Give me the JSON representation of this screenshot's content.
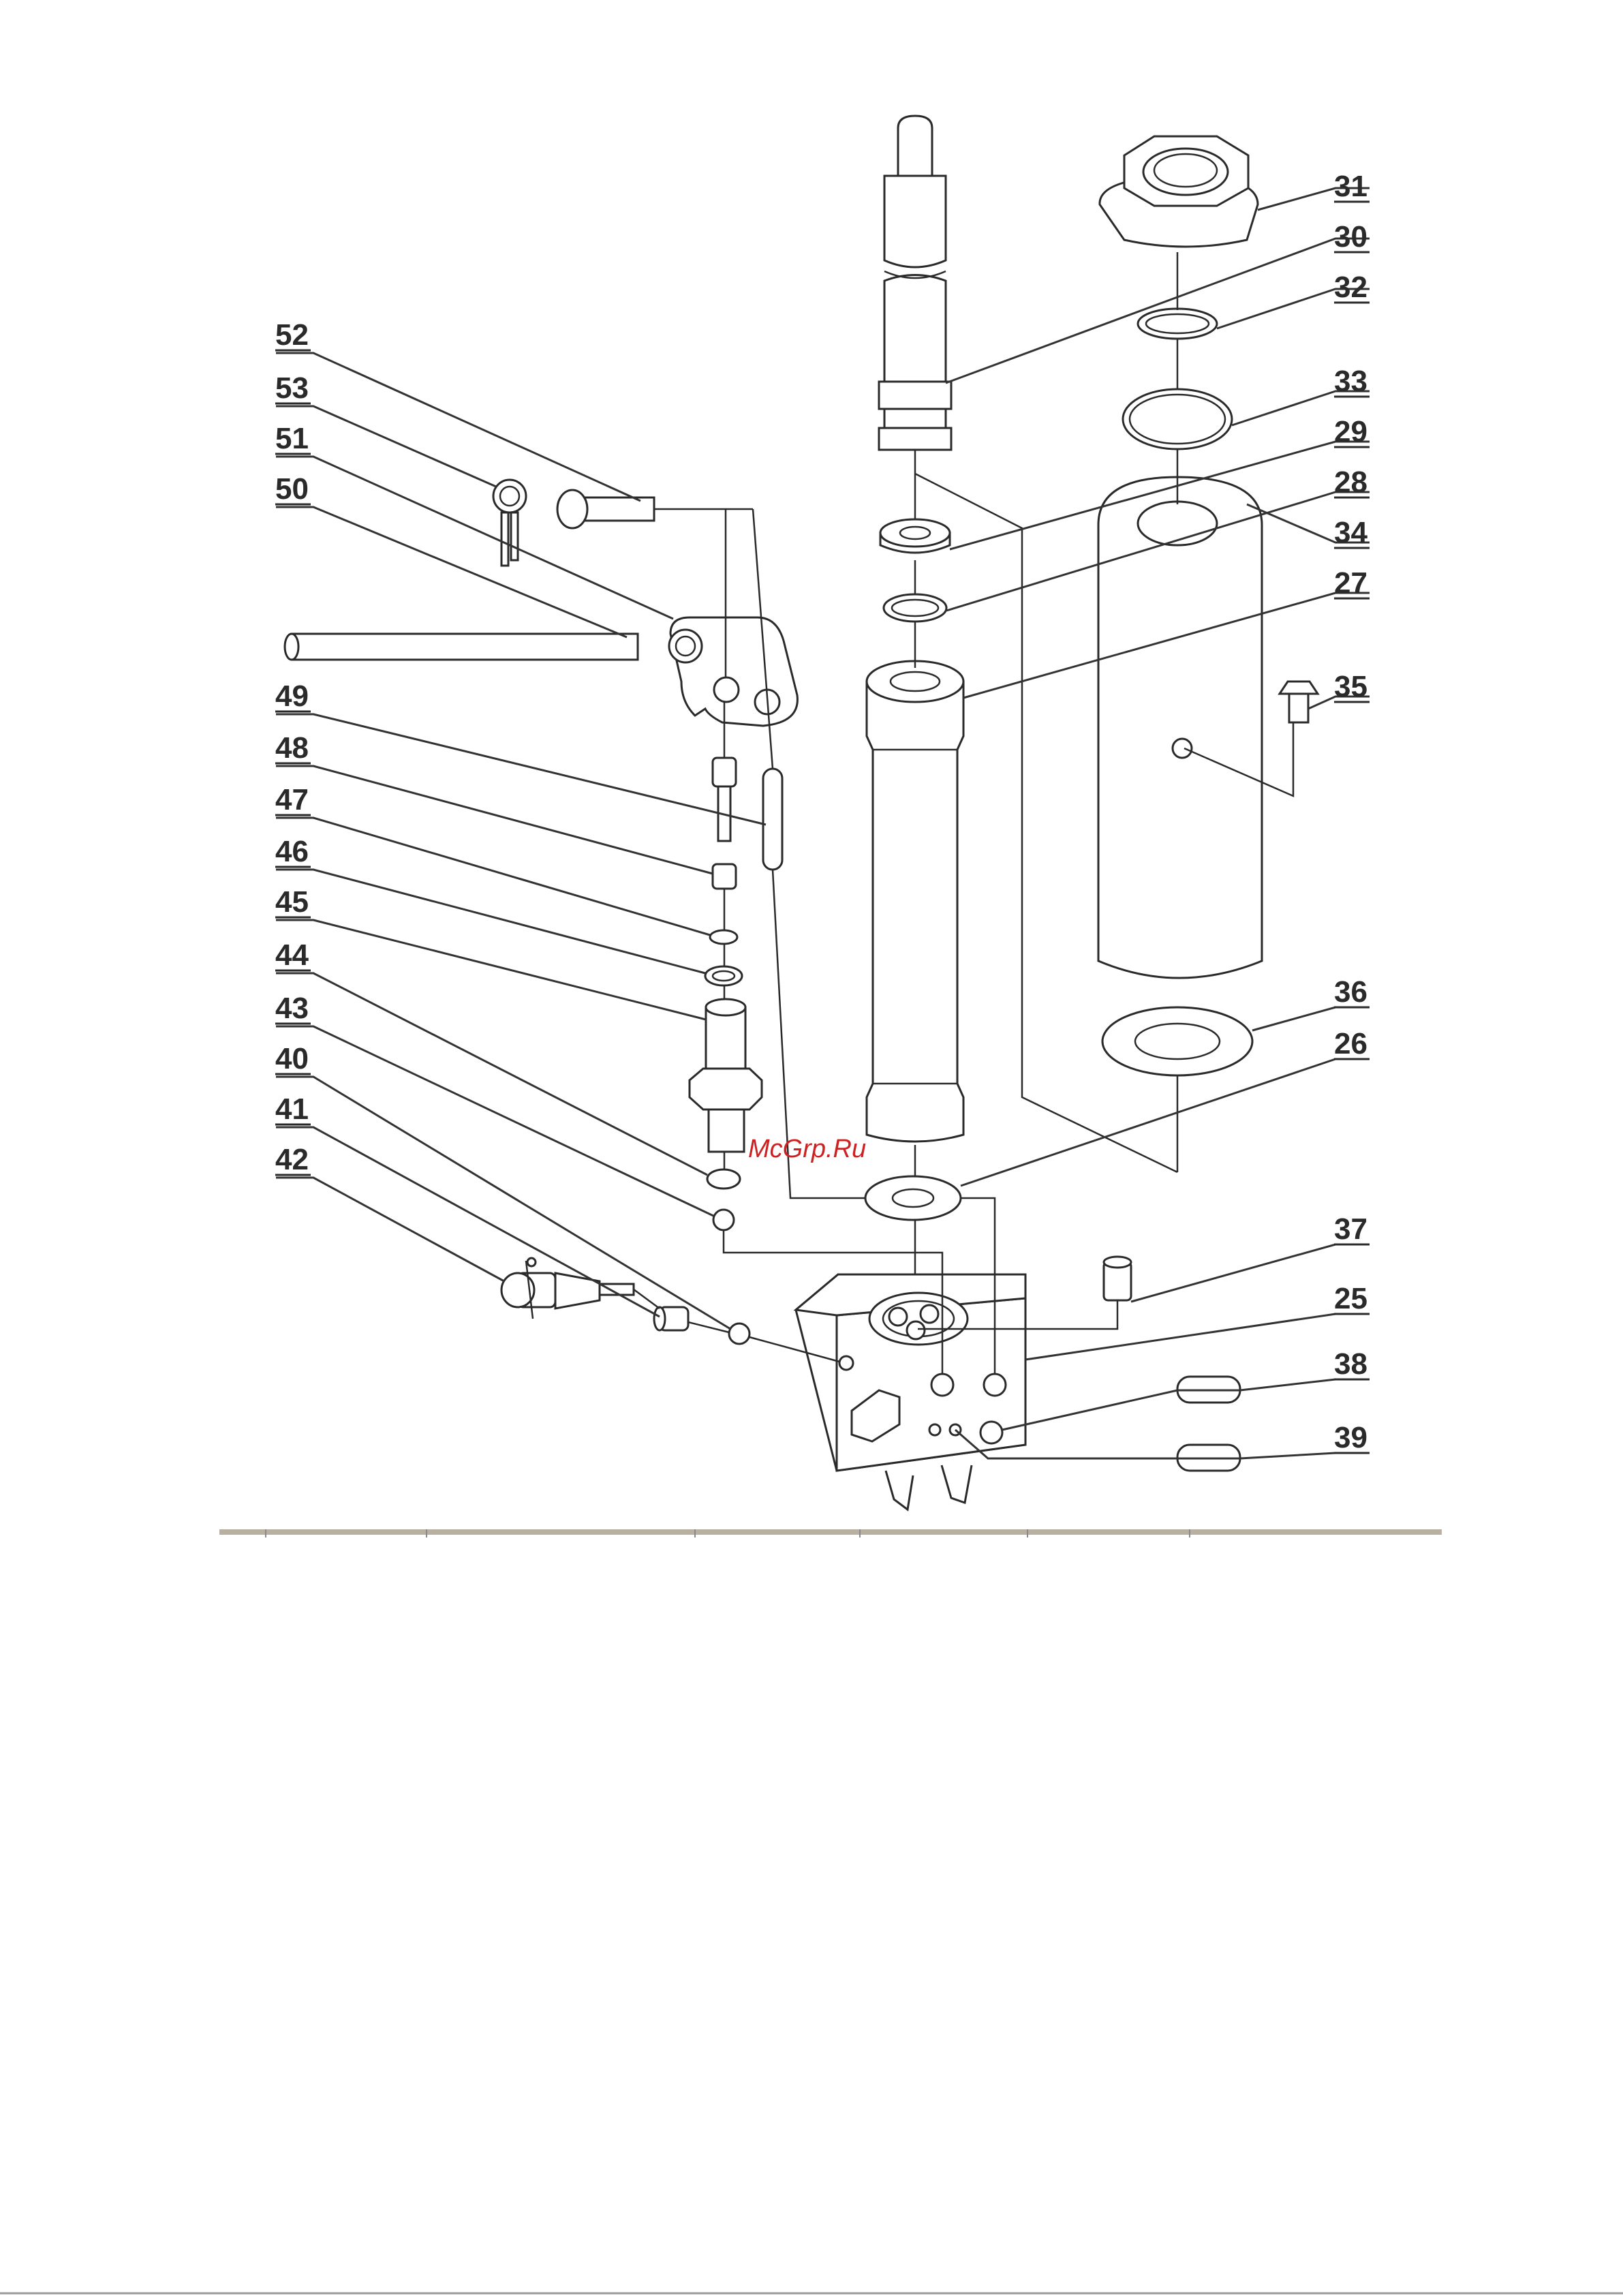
{
  "diagram": {
    "callouts": [
      {
        "id": "31",
        "text": "31"
      },
      {
        "id": "30",
        "text": "30"
      },
      {
        "id": "32",
        "text": "32"
      },
      {
        "id": "33",
        "text": "33"
      },
      {
        "id": "29",
        "text": "29"
      },
      {
        "id": "28",
        "text": "28"
      },
      {
        "id": "34",
        "text": "34"
      },
      {
        "id": "27",
        "text": "27"
      },
      {
        "id": "35",
        "text": "35"
      },
      {
        "id": "36",
        "text": "36"
      },
      {
        "id": "26",
        "text": "26"
      },
      {
        "id": "37",
        "text": "37"
      },
      {
        "id": "25",
        "text": "25"
      },
      {
        "id": "38",
        "text": "38"
      },
      {
        "id": "39",
        "text": "39"
      },
      {
        "id": "52",
        "text": "52"
      },
      {
        "id": "53",
        "text": "53"
      },
      {
        "id": "51",
        "text": "51"
      },
      {
        "id": "50",
        "text": "50"
      },
      {
        "id": "49",
        "text": "49"
      },
      {
        "id": "48",
        "text": "48"
      },
      {
        "id": "47",
        "text": "47"
      },
      {
        "id": "46",
        "text": "46"
      },
      {
        "id": "45",
        "text": "45"
      },
      {
        "id": "44",
        "text": "44"
      },
      {
        "id": "43",
        "text": "43"
      },
      {
        "id": "40",
        "text": "40"
      },
      {
        "id": "41",
        "text": "41"
      },
      {
        "id": "42",
        "text": "42"
      }
    ]
  },
  "watermark": {
    "text": "McGrp.Ru",
    "color": "#cc2222"
  },
  "colors": {
    "line": "#2a2a2a",
    "rule": "#b8b0a0"
  }
}
